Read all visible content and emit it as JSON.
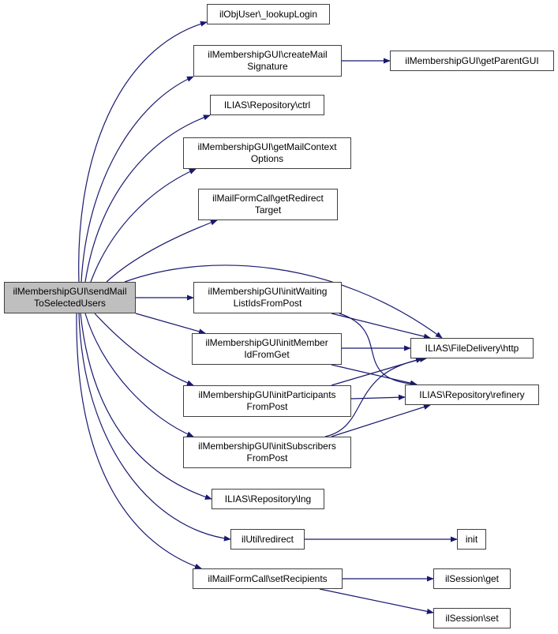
{
  "graph": {
    "title": "Call graph of ilMembershipGUI\\sendMailToSelectedUsers",
    "edge_color": "#191970",
    "root_fill": "#bfbfbf",
    "nodes": [
      {
        "id": "root",
        "label": "ilMembershipGUI\\sendMail\nToSelectedUsers",
        "root": true
      },
      {
        "id": "lookupLogin",
        "label": "ilObjUser\\_lookupLogin"
      },
      {
        "id": "createMailSignature",
        "label": "ilMembershipGUI\\createMail\nSignature"
      },
      {
        "id": "getParentGUI",
        "label": "ilMembershipGUI\\getParentGUI"
      },
      {
        "id": "ctrl",
        "label": "ILIAS\\Repository\\ctrl"
      },
      {
        "id": "getMailContextOptions",
        "label": "ilMembershipGUI\\getMailContext\nOptions"
      },
      {
        "id": "getRedirectTarget",
        "label": "ilMailFormCall\\getRedirect\nTarget"
      },
      {
        "id": "initWaitingListIdsFromPost",
        "label": "ilMembershipGUI\\initWaiting\nListIdsFromPost"
      },
      {
        "id": "initMemberIdFromGet",
        "label": "ilMembershipGUI\\initMember\nIdFromGet"
      },
      {
        "id": "initParticipantsFromPost",
        "label": "ilMembershipGUI\\initParticipants\nFromPost"
      },
      {
        "id": "initSubscribersFromPost",
        "label": "ilMembershipGUI\\initSubscribers\nFromPost"
      },
      {
        "id": "http",
        "label": "ILIAS\\FileDelivery\\http"
      },
      {
        "id": "refinery",
        "label": "ILIAS\\Repository\\refinery"
      },
      {
        "id": "lng",
        "label": "ILIAS\\Repository\\lng"
      },
      {
        "id": "redirect",
        "label": "ilUtil\\redirect"
      },
      {
        "id": "init",
        "label": "init"
      },
      {
        "id": "setRecipients",
        "label": "ilMailFormCall\\setRecipients"
      },
      {
        "id": "sessionGet",
        "label": "ilSession\\get"
      },
      {
        "id": "sessionSet",
        "label": "ilSession\\set"
      }
    ],
    "edges": [
      {
        "from": "root",
        "to": "lookupLogin"
      },
      {
        "from": "root",
        "to": "createMailSignature"
      },
      {
        "from": "root",
        "to": "ctrl"
      },
      {
        "from": "root",
        "to": "getMailContextOptions"
      },
      {
        "from": "root",
        "to": "getRedirectTarget"
      },
      {
        "from": "root",
        "to": "http"
      },
      {
        "from": "root",
        "to": "initWaitingListIdsFromPost"
      },
      {
        "from": "root",
        "to": "initMemberIdFromGet"
      },
      {
        "from": "root",
        "to": "initParticipantsFromPost"
      },
      {
        "from": "root",
        "to": "initSubscribersFromPost"
      },
      {
        "from": "root",
        "to": "lng"
      },
      {
        "from": "root",
        "to": "redirect"
      },
      {
        "from": "root",
        "to": "setRecipients"
      },
      {
        "from": "createMailSignature",
        "to": "getParentGUI"
      },
      {
        "from": "initWaitingListIdsFromPost",
        "to": "http"
      },
      {
        "from": "initWaitingListIdsFromPost",
        "to": "refinery"
      },
      {
        "from": "initMemberIdFromGet",
        "to": "http"
      },
      {
        "from": "initMemberIdFromGet",
        "to": "refinery"
      },
      {
        "from": "initParticipantsFromPost",
        "to": "http"
      },
      {
        "from": "initParticipantsFromPost",
        "to": "refinery"
      },
      {
        "from": "initSubscribersFromPost",
        "to": "http"
      },
      {
        "from": "initSubscribersFromPost",
        "to": "refinery"
      },
      {
        "from": "redirect",
        "to": "init"
      },
      {
        "from": "setRecipients",
        "to": "sessionGet"
      },
      {
        "from": "setRecipients",
        "to": "sessionSet"
      }
    ]
  }
}
